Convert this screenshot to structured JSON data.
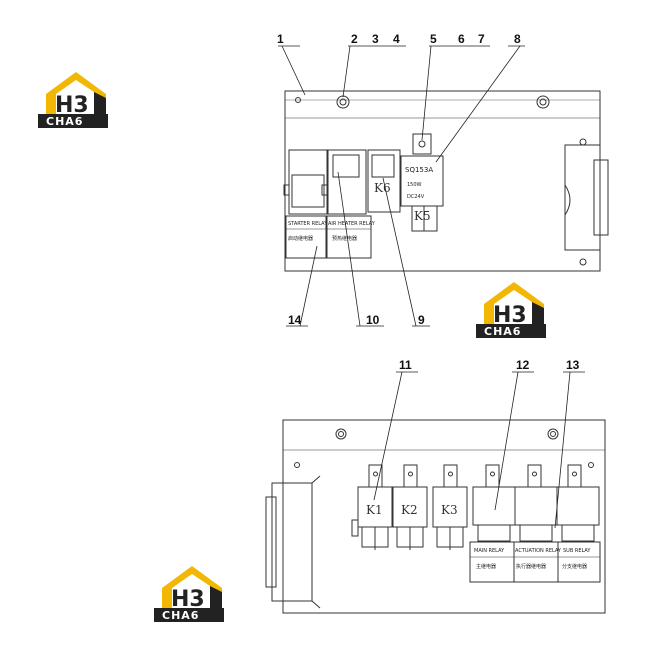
{
  "logo": {
    "mark": "H3",
    "name": "CHA6",
    "colors": {
      "gold": "#f2b705",
      "dark": "#222222"
    }
  },
  "callouts": {
    "c1": "1",
    "c2": "2",
    "c3": "3",
    "c4": "4",
    "c5": "5",
    "c6": "6",
    "c7": "7",
    "c8": "8",
    "c9": "9",
    "c10": "10",
    "c11": "11",
    "c12": "12",
    "c13": "13",
    "c14": "14"
  },
  "top_panel": {
    "module_code": "SQ153A",
    "module_spec1": "150W",
    "module_spec2": "DC24V",
    "k5": "K5",
    "k6": "K6",
    "starter_relay_en": "STARTER RELAY",
    "starter_relay_cn": "启动继电器",
    "heater_relay_en": "AIR HEATER RELAY",
    "heater_relay_cn": "预热继电器"
  },
  "bottom_panel": {
    "k1": "K1",
    "k2": "K2",
    "k3": "K3",
    "main_relay_en": "MAIN RELAY",
    "main_relay_cn": "主继电器",
    "actuation_relay_en": "ACTUATION RELAY",
    "actuation_relay_cn": "执行器继电器",
    "sub_relay_en": "SUB RELAY",
    "sub_relay_cn": "分支继电器"
  }
}
